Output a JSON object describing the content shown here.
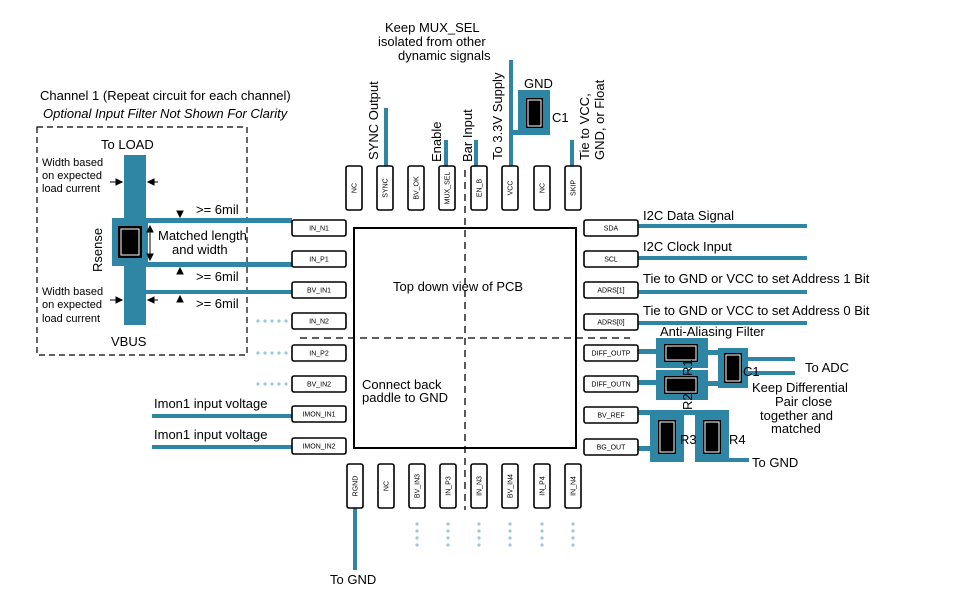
{
  "colors": {
    "trace": "#2f86a4",
    "dots": "#9ec7da",
    "ink": "#000000",
    "paper": "#ffffff"
  },
  "notes": {
    "channel_title": "Channel 1 (Repeat circuit for each channel)",
    "channel_subtitle": "Optional Input Filter Not Shown For Clarity",
    "to_load": "To LOAD",
    "vbus": "VBUS",
    "rsense": "Rsense",
    "width_based_top": [
      "Width based",
      "on expected",
      "load current"
    ],
    "width_based_bottom": [
      "Width based",
      "on expected",
      "load current"
    ],
    "six_mil_1": ">= 6mil",
    "six_mil_2": ">= 6mil",
    "six_mil_3": ">= 6mil",
    "matched": [
      "Matched length",
      "and width"
    ],
    "mux_note": [
      "Keep MUX_SEL",
      "isolated from other",
      "dynamic signals"
    ],
    "gnd_top": "GND",
    "c1_top": "C1",
    "sync_output": "SYNC Output",
    "enable": "Enable",
    "bar_input": "Bar Input",
    "supply": "To 3.3V Supply",
    "tie_skip": [
      "Tie to VCC,",
      "GND, or Float"
    ],
    "i2c_data": "I2C Data Signal",
    "i2c_clock": "I2C Clock Input",
    "addr1": "Tie to GND or VCC to set Address 1 Bit",
    "addr0": "Tie to GND or VCC to set Address 0 Bit",
    "anti_alias": "Anti-Aliasing Filter",
    "r1": "R1",
    "r2": "R2",
    "c1_right": "C1",
    "to_adc": "To ADC",
    "diff_pair": [
      "Keep Differential",
      "Pair close",
      "together and",
      "matched"
    ],
    "r3": "R3",
    "r4": "R4",
    "to_gnd_right": "To GND",
    "to_gnd_bottom": "To GND",
    "imon1_a": "Imon1 input voltage",
    "imon1_b": "Imon1 input voltage",
    "top_down": "Top down view of PCB",
    "paddle": [
      "Connect back",
      "paddle to GND"
    ]
  },
  "pins": {
    "left": [
      "IN_N1",
      "IN_P1",
      "BV_IN1",
      "IN_N2",
      "IN_P2",
      "BV_IN2",
      "IMON_IN1",
      "IMON_IN2"
    ],
    "right": [
      "SDA",
      "SCL",
      "ADRS[1]",
      "ADRS[0]",
      "DIFF_OUTP",
      "DIFF_OUTN",
      "BV_REF",
      "BG_OUT"
    ],
    "top": [
      "NC",
      "SYNC",
      "BV_OK",
      "MUX_SEL",
      "EN_B",
      "VCC",
      "NC",
      "SKIP"
    ],
    "bottom": [
      "RGND",
      "NC",
      "BV_IN3",
      "IN_P3",
      "IN_N3",
      "BV_IN4",
      "IN_P4",
      "IN_N4"
    ]
  }
}
